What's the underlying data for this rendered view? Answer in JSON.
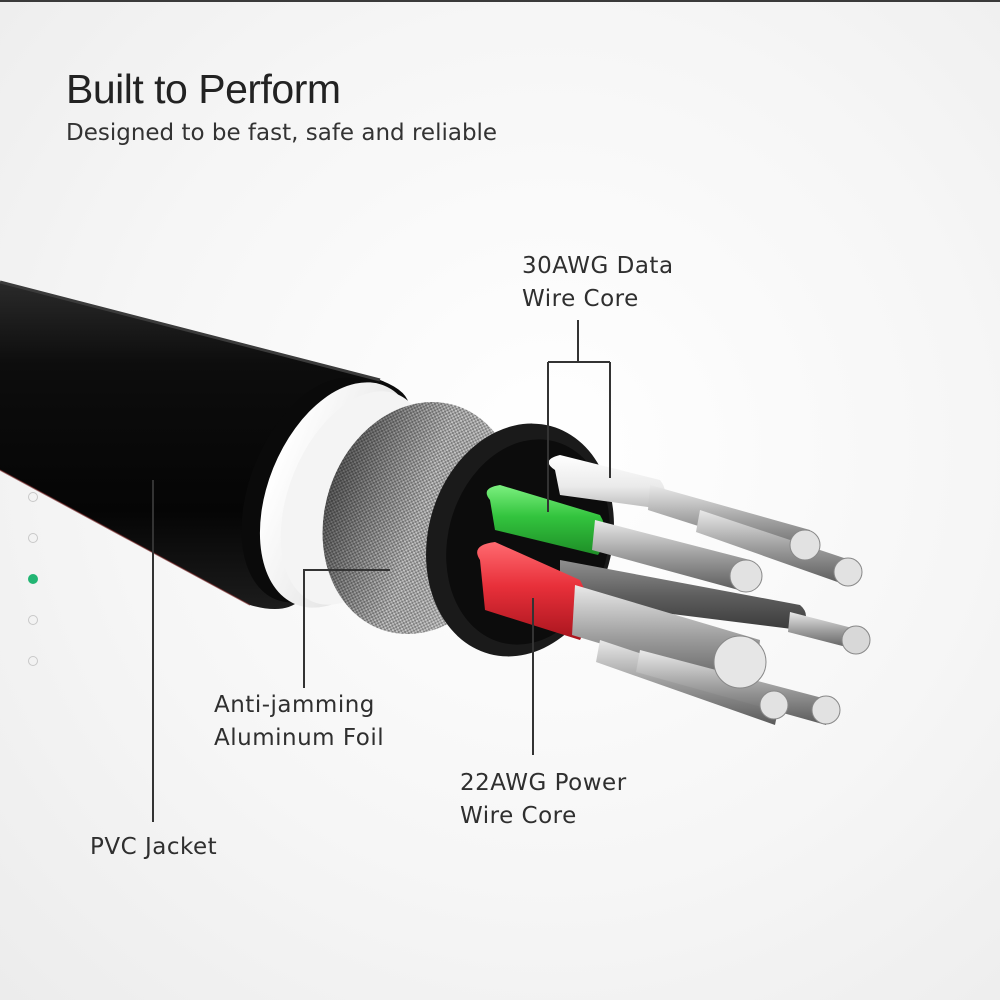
{
  "header": {
    "title": "Built to Perform",
    "subtitle": "Designed to be fast, safe and reliable"
  },
  "labels": {
    "data_wire": {
      "line1": "30AWG Data",
      "line2": "Wire Core"
    },
    "foil": {
      "line1": "Anti-jamming",
      "line2": "Aluminum Foil"
    },
    "power_wire": {
      "line1": "22AWG Power",
      "line2": "Wire Core"
    },
    "jacket": {
      "line1": "PVC Jacket"
    }
  },
  "pagination": {
    "total": 5,
    "active_index": 2
  },
  "colors": {
    "accent": "#22b573",
    "jacket": "#111111",
    "green_wire": "#3ecf4a",
    "red_wire": "#e8303a",
    "white_wire": "#f2f2f2",
    "gray_wire": "#6b6b6b",
    "copper": "#b9b9b9"
  }
}
